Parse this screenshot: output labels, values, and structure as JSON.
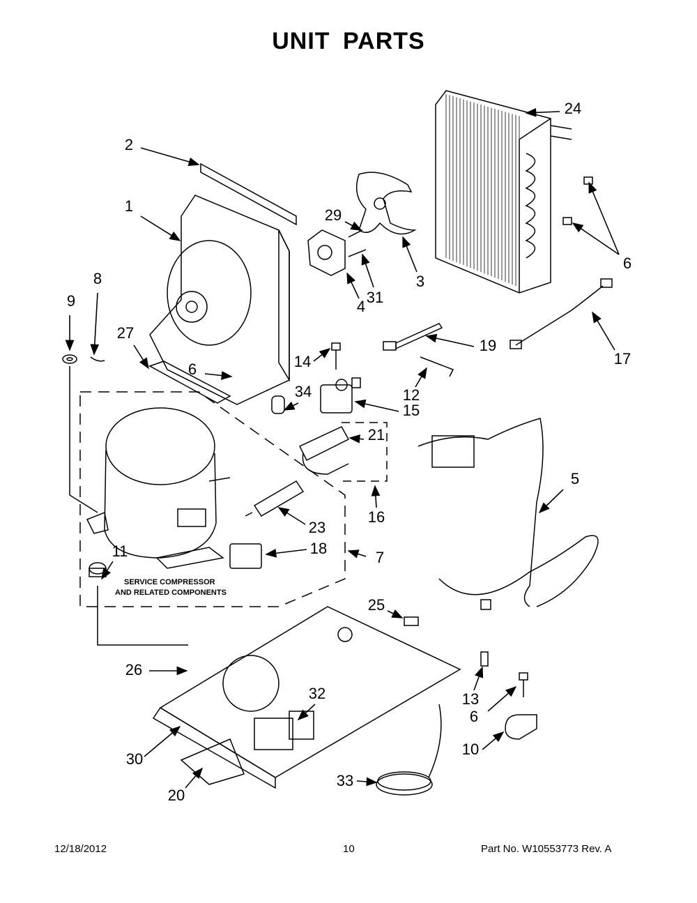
{
  "title": "UNIT PARTS",
  "diagram": {
    "callouts": [
      "2",
      "1",
      "29",
      "3",
      "4",
      "31",
      "24",
      "6",
      "8",
      "9",
      "27",
      "6",
      "14",
      "19",
      "17",
      "34",
      "15",
      "12",
      "21",
      "5",
      "16",
      "23",
      "18",
      "7",
      "11",
      "25",
      "26",
      "32",
      "13",
      "6",
      "10",
      "30",
      "33",
      "20"
    ],
    "note_line1": "SERVICE COMPRESSOR",
    "note_line2": "AND RELATED COMPONENTS"
  },
  "footer": {
    "date": "12/18/2012",
    "page": "10",
    "part_number": "Part No.  W10553773  Rev.  A"
  }
}
